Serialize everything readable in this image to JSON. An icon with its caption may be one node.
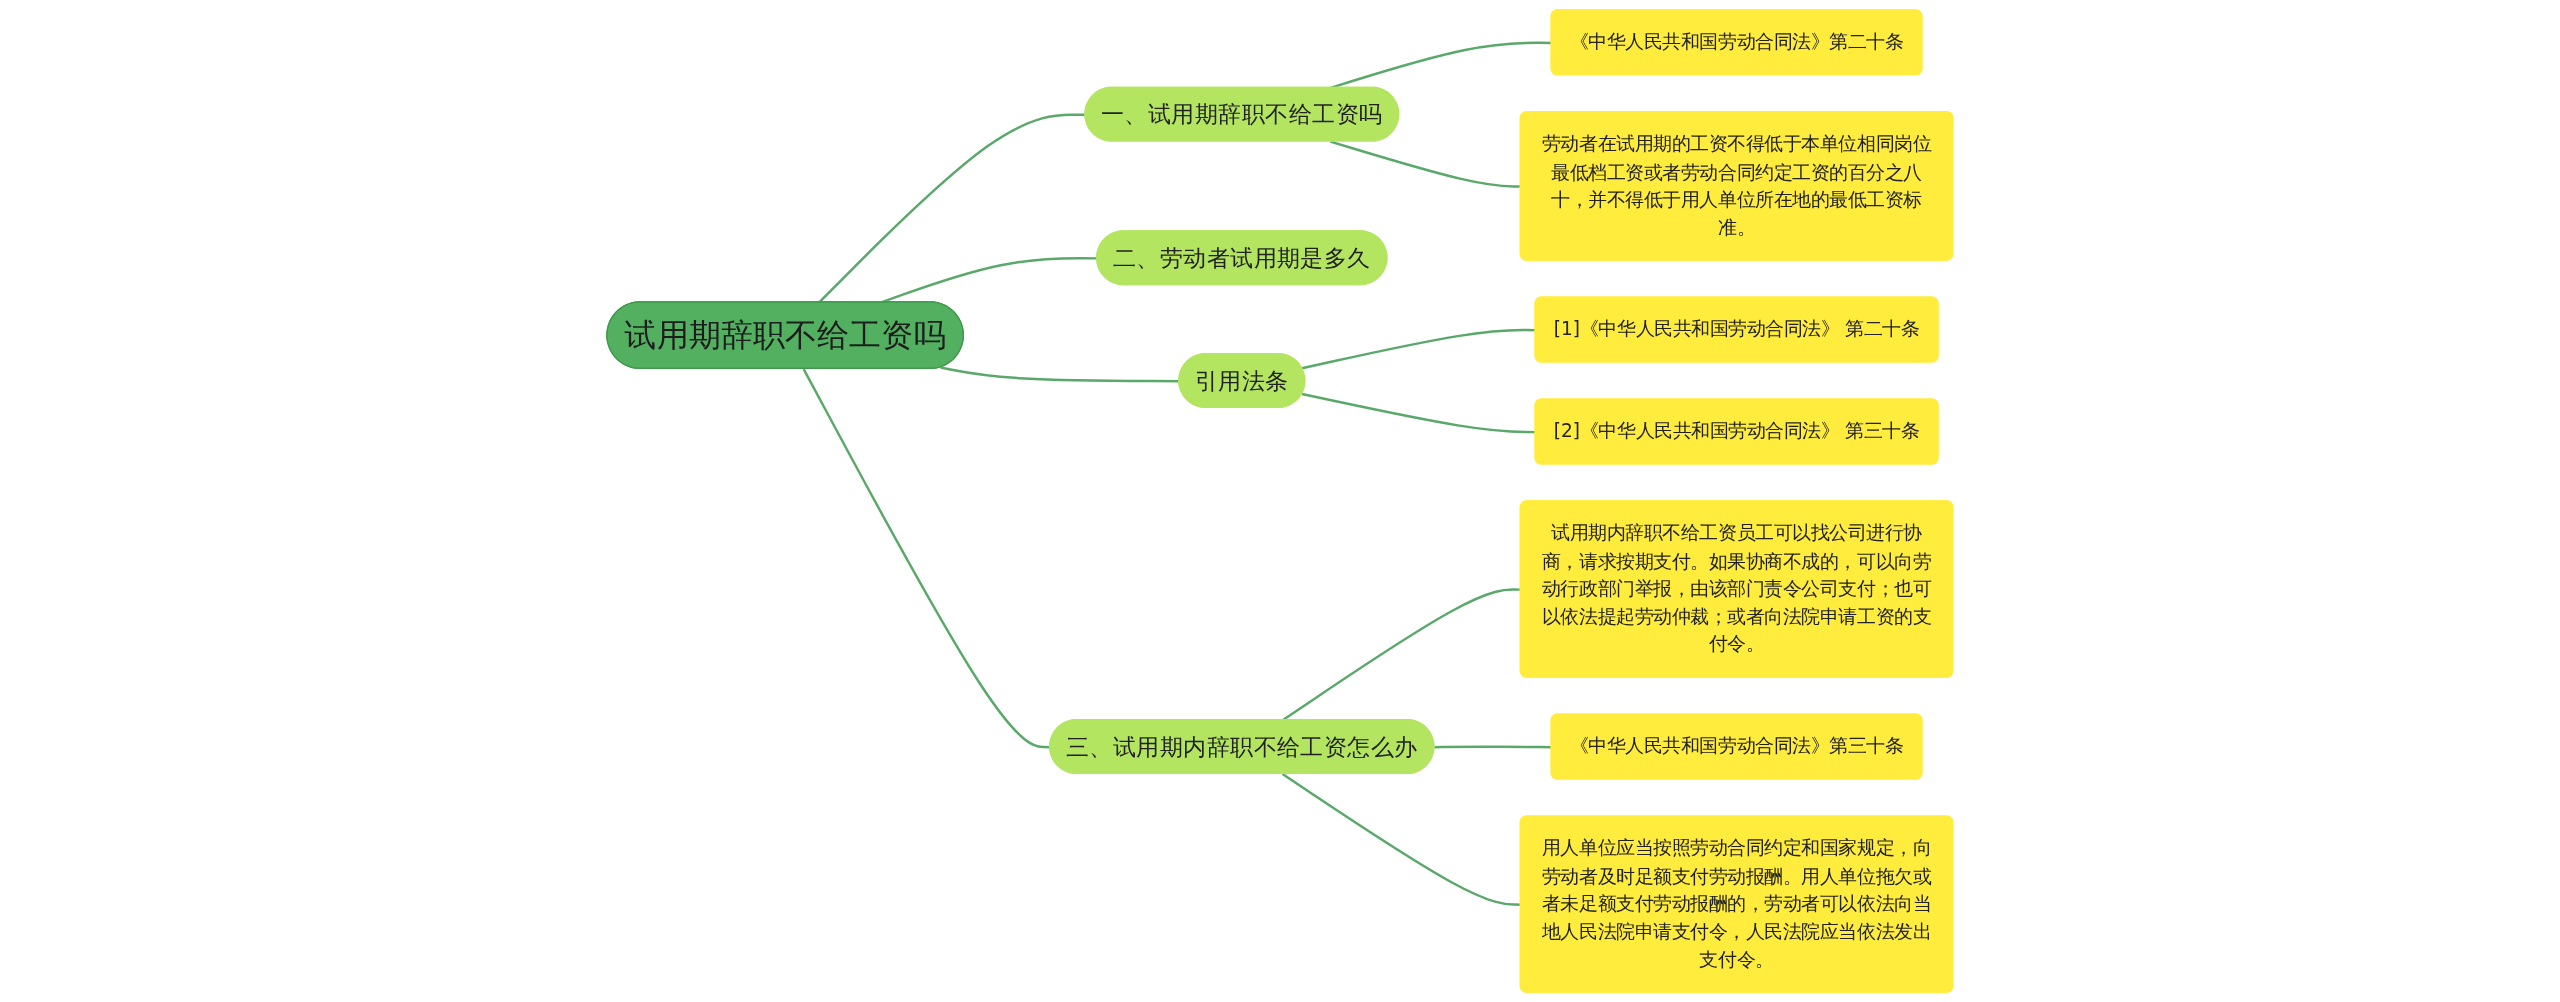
{
  "diagram": {
    "nodes": [
      {
        "text": [
          "试用期辞职不给工资吗"
        ]
      },
      {
        "text": [
          "一、试用期辞职不给工资吗"
        ]
      },
      {
        "text": [
          "《中华人民共和国劳动合同法》第二十条"
        ]
      },
      {
        "text": [
          "劳动者在试用期的工资不得低于本单位相同岗位最低档工资或者劳动合同约定工资的百分之八十，并不得低于用人单位所在地的最低工资标准。"
        ]
      },
      {
        "text": [
          "二、劳动者试用期是多久"
        ]
      },
      {
        "text": [
          "引用法条"
        ]
      },
      {
        "text": [
          "[1]《中华人民共和国劳动合同法》 第二十条"
        ]
      },
      {
        "text": [
          "[2]《中华人民共和国劳动合同法》 第三十条"
        ]
      },
      {
        "text": [
          "三、试用期内辞职不给工资怎么办"
        ]
      },
      {
        "text": [
          "试用期内辞职不给工资员工可以找公司进行协商，请求按期支付。如果协商不成的，可以向劳动行政部门举报，由该部门责令公司支付；也可以依法提起劳动仲裁；或者向法院申请工资的支付令。"
        ]
      },
      {
        "text": [
          "《中华人民共和国劳动合同法》第三十条"
        ]
      },
      {
        "text": [
          "用人单位应当按照劳动合同约定和国家规定，向劳动者及时足额支付劳动报酬。用人单位拖欠或者未足额支付劳动报酬的，劳动者可以依法向当地人民法院申请支付令，人民法院应当依法发出支付令。"
        ]
      }
    ],
    "edges": [
      {
        "from": 0,
        "to": 1,
        "arrow": "none"
      },
      {
        "from": 1,
        "to": 2,
        "arrow": "none"
      },
      {
        "from": 1,
        "to": 3,
        "arrow": "none"
      },
      {
        "from": 0,
        "to": 4,
        "arrow": "none"
      },
      {
        "from": 0,
        "to": 5,
        "arrow": "none"
      },
      {
        "from": 5,
        "to": 6,
        "arrow": "none"
      },
      {
        "from": 5,
        "to": 7,
        "arrow": "none"
      },
      {
        "from": 0,
        "to": 8,
        "arrow": "none"
      },
      {
        "from": 8,
        "to": 9,
        "arrow": "none"
      },
      {
        "from": 8,
        "to": 10,
        "arrow": "none"
      },
      {
        "from": 8,
        "to": 11,
        "arrow": "none"
      }
    ]
  }
}
